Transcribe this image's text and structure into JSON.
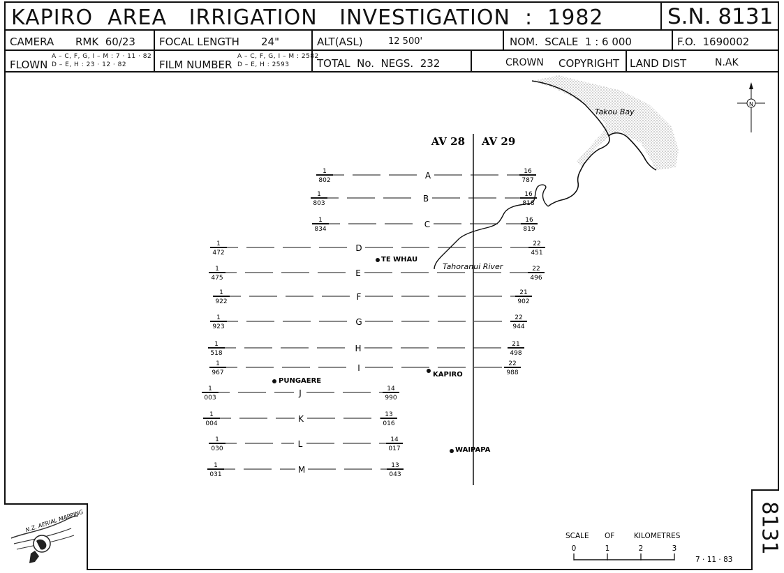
{
  "header": {
    "title": "KAPIRO  AREA   IRRIGATION   INVESTIGATION  :  1982",
    "sheet_number": "S.N. 8131",
    "camera_label": "CAMERA",
    "camera_value": "RMK  60/23",
    "focal_label": "FOCAL LENGTH",
    "focal_value": "24\"",
    "alt_label": "ALT(ASL)",
    "alt_value": "12 500'",
    "nom_scale": "NOM.  SCALE  1 : 6 000",
    "fo": "F.O.  1690002",
    "flown_label": "FLOWN",
    "flown_top": "A – C, F, G, I – M : 7 · 11 · 82",
    "flown_bottom": "D – E, H : 23 · 12 · 82",
    "film_label": "FILM NUMBER",
    "film_top": "A – C, F, G, I – M : 2582",
    "film_bottom": "D – E, H : 2593",
    "total_negs": "TOTAL  No.  NEGS.  232",
    "crown": "CROWN",
    "copyright": "COPYRIGHT",
    "land_dist_label": "LAND DIST",
    "land_dist_value": "N.AK"
  },
  "map": {
    "sheet_left": "AV 28",
    "sheet_right": "AV 29",
    "bay_label": "Takou Bay",
    "river_label": "Tahoranui River",
    "north_symbol": "N",
    "strips": [
      {
        "letter": "A",
        "start_top": "1",
        "start_bottom": "802",
        "end_top": "16",
        "end_bottom": "787"
      },
      {
        "letter": "B",
        "start_top": "1",
        "start_bottom": "803",
        "end_top": "16",
        "end_bottom": "818"
      },
      {
        "letter": "C",
        "start_top": "1",
        "start_bottom": "834",
        "end_top": "16",
        "end_bottom": "819"
      },
      {
        "letter": "D",
        "start_top": "1",
        "start_bottom": "472",
        "end_top": "22",
        "end_bottom": "451"
      },
      {
        "letter": "E",
        "start_top": "1",
        "start_bottom": "475",
        "end_top": "22",
        "end_bottom": "496"
      },
      {
        "letter": "F",
        "start_top": "1",
        "start_bottom": "922",
        "end_top": "21",
        "end_bottom": "902"
      },
      {
        "letter": "G",
        "start_top": "1",
        "start_bottom": "923",
        "end_top": "22",
        "end_bottom": "944"
      },
      {
        "letter": "H",
        "start_top": "1",
        "start_bottom": "518",
        "end_top": "21",
        "end_bottom": "498"
      },
      {
        "letter": "I",
        "start_top": "1",
        "start_bottom": "967",
        "end_top": "22",
        "end_bottom": "988"
      },
      {
        "letter": "J",
        "start_top": "1",
        "start_bottom": "003",
        "end_top": "14",
        "end_bottom": "990"
      },
      {
        "letter": "K",
        "start_top": "1",
        "start_bottom": "004",
        "end_top": "13",
        "end_bottom": "016"
      },
      {
        "letter": "L",
        "start_top": "1",
        "start_bottom": "030",
        "end_top": "14",
        "end_bottom": "017"
      },
      {
        "letter": "M",
        "start_top": "1",
        "start_bottom": "031",
        "end_top": "13",
        "end_bottom": "043"
      }
    ],
    "places": [
      "TE WHAU",
      "KAPIRO",
      "PUNGAERE",
      "WAIPAPA"
    ]
  },
  "scale_bar": {
    "label_scale": "SCALE",
    "label_of": "OF",
    "label_km": "KILOMETRES",
    "ticks": [
      "0",
      "1",
      "2",
      "3"
    ]
  },
  "date": "7 · 11 · 83",
  "logo_text": "N.Z. AERIAL MAPPING",
  "side_number": "8131"
}
